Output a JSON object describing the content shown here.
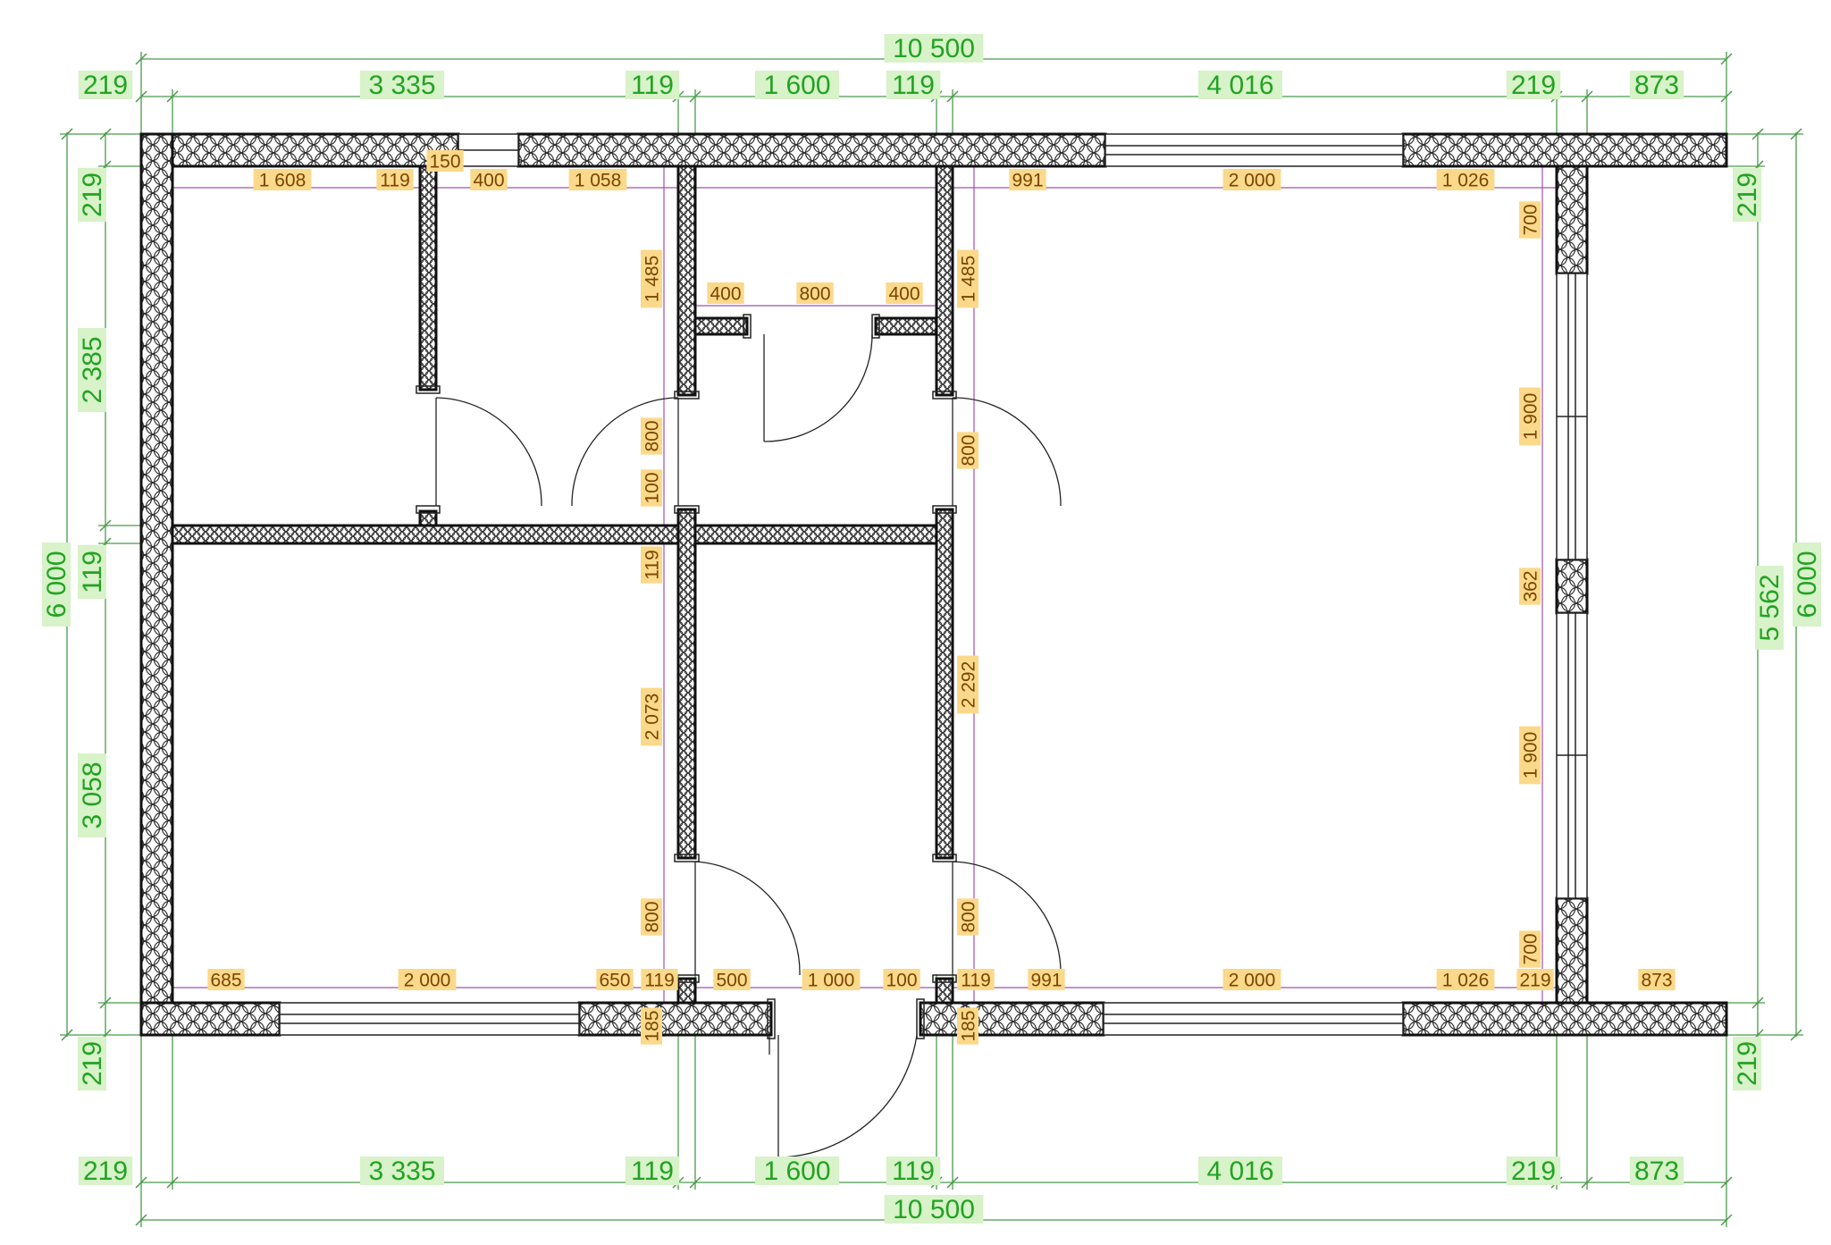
{
  "overall": {
    "width_label": "10 500",
    "depth_label": "6 000",
    "inner_depth_label": "5 562"
  },
  "top_chain": [
    "219",
    "3 335",
    "119",
    "1 600",
    "119",
    "4 016",
    "219",
    "873"
  ],
  "bottom_chain": [
    "219",
    "3 335",
    "119",
    "1 600",
    "119",
    "4 016",
    "219",
    "873"
  ],
  "left_chain": [
    "219",
    "2 385",
    "119",
    "3 058",
    "219"
  ],
  "right_chain": [
    "219",
    "219"
  ],
  "inner_top": [
    "1 608",
    "119",
    "150",
    "400",
    "1 058",
    "991",
    "2 000",
    "1 026"
  ],
  "inner_bottom": [
    "685",
    "2 000",
    "650",
    "119",
    "500",
    "1 000",
    "100",
    "119",
    "991",
    "2 000",
    "1 026",
    "219",
    "873"
  ],
  "vertical_inner": [
    "1 485",
    "800",
    "100",
    "119",
    "2 073",
    "800",
    "185",
    "1 485",
    "800",
    "2 292",
    "800",
    "185"
  ],
  "closet": [
    "400",
    "800",
    "400"
  ],
  "window_right": [
    "700",
    "1 900",
    "362",
    "1 900",
    "700"
  ],
  "colors": {
    "dimension_green_text": "#22a322",
    "dimension_green_fill": "#d8f2c9",
    "dimension_orange_fill": "#fbd98a",
    "dimension_line_green": "#4a9a4a",
    "dimension_line_purple": "#a050b0",
    "wall": "#111111"
  }
}
